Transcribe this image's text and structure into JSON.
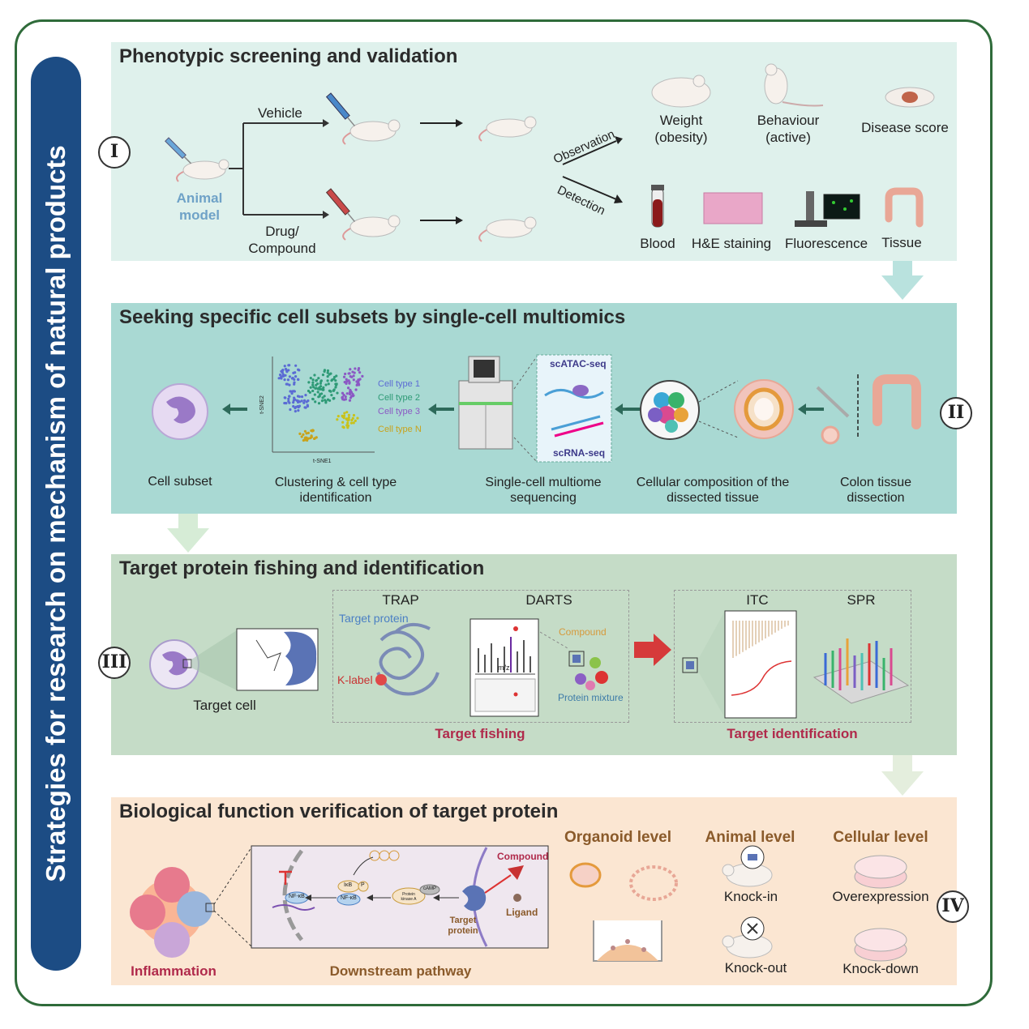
{
  "side_title": "Strategies for research on mechanism of natural products",
  "colors": {
    "frame": "#2f6b3a",
    "banner": "#1c4c84",
    "accent_pink": "#b02a4b",
    "accent_brown": "#8a5a2a"
  },
  "panel1": {
    "title": "Phenotypic screening and validation",
    "roman": "I",
    "animal_model": "Animal model",
    "vehicle": "Vehicle",
    "drug": "Drug/ Compound",
    "observation": "Observation",
    "detection": "Detection",
    "outcomes": [
      "Weight (obesity)",
      "Behaviour (active)",
      "Disease score"
    ],
    "detections": [
      "Blood",
      "H&E staining",
      "Fluorescence",
      "Tissue"
    ]
  },
  "panel2": {
    "title": "Seeking specific cell subsets by single-cell multiomics",
    "roman": "II",
    "steps": [
      "Cell subset",
      "Clustering & cell type identification",
      "Single-cell multiome sequencing",
      "Cellular composition of the dissected tissue",
      "Colon tissue dissection"
    ],
    "cell_types": [
      "Cell type 1",
      "Cell type 2",
      "Cell type 3",
      "Cell type N"
    ],
    "seq": [
      "scATAC-seq",
      "scRNA-seq"
    ],
    "axis_x": "t-SNE1",
    "axis_y": "t-SNE2"
  },
  "panel3": {
    "title": "Target protein fishing and identification",
    "roman": "III",
    "target_cell": "Target cell",
    "trap": "TRAP",
    "darts": "DARTS",
    "target_protein": "Target protein",
    "k_label": "K-label",
    "compound": "Compound",
    "protein_mixture": "Protein mixture",
    "mz": "m/z",
    "target_fishing": "Target fishing",
    "itc": "ITC",
    "spr": "SPR",
    "target_identification": "Target identification"
  },
  "panel4": {
    "title": "Biological function verification of target protein",
    "roman": "IV",
    "inflammation": "Inflammation",
    "downstream": "Downstream pathway",
    "compound": "Compound",
    "ligand": "Ligand",
    "target_protein": "Target protein",
    "nfkb": "NF-κB",
    "ikb": "IκB",
    "p": "P",
    "pka": "Protein kinase A",
    "camp": "cAMP",
    "organoid": "Organoid level",
    "animal": "Animal level",
    "cellular": "Cellular level",
    "knock_in": "Knock-in",
    "knock_out": "Knock-out",
    "overexpression": "Overexpression",
    "knock_down": "Knock-down"
  }
}
